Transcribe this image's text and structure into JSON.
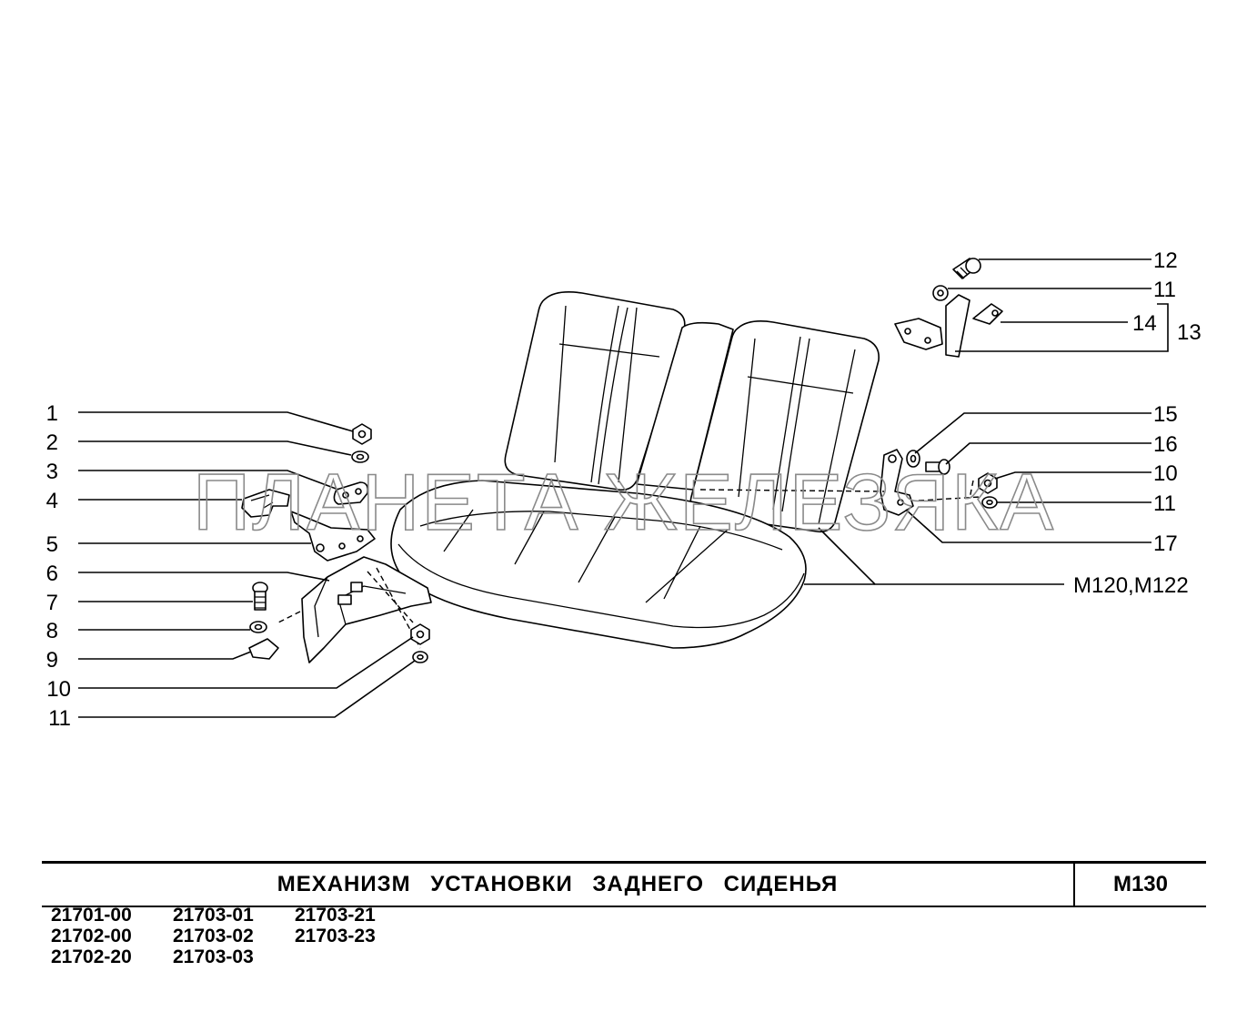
{
  "title": "МЕХАНИЗМ   УСТАНОВКИ   ЗАДНЕГО   СИДЕНЬЯ",
  "code": "M130",
  "watermark": "ПЛАНЕТА ЖЕЛЕЗЯКА",
  "callouts": {
    "left": [
      "1",
      "2",
      "3",
      "4",
      "5",
      "6",
      "7",
      "8",
      "9",
      "10",
      "11"
    ],
    "right": [
      "12",
      "11",
      "14",
      "13",
      "15",
      "16",
      "10",
      "11",
      "17",
      "M120,M122"
    ]
  },
  "models": [
    [
      "21701-00",
      "21703-01",
      "21703-21"
    ],
    [
      "21702-00",
      "21703-02",
      "21703-23"
    ],
    [
      "21702-20",
      "21703-03",
      ""
    ]
  ]
}
